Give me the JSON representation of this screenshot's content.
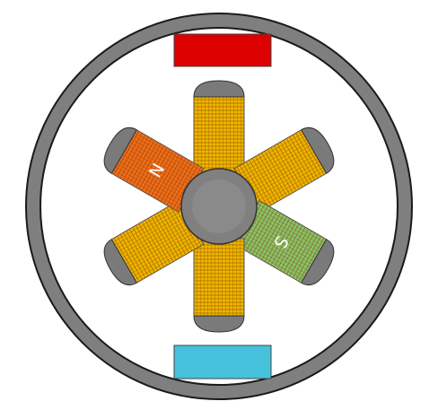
{
  "labels": {
    "north": "N",
    "south": "S"
  },
  "colors": {
    "ring": "#7f7f7f",
    "ring_outline": "#1a1a1a",
    "rotor": "#808080",
    "pole_shoe": "#7a7a7a",
    "coil_default": "#f0b400",
    "coil_north": "#f26c1a",
    "coil_south": "#8cc16a",
    "magnet_top": "#dd0000",
    "magnet_bottom": "#45c1dc"
  },
  "arms": [
    {
      "name": "arm-top",
      "state": "off"
    },
    {
      "name": "arm-upper-right",
      "state": "off"
    },
    {
      "name": "arm-lower-right",
      "state": "south"
    },
    {
      "name": "arm-bottom",
      "state": "off"
    },
    {
      "name": "arm-lower-left",
      "state": "off"
    },
    {
      "name": "arm-upper-left",
      "state": "north"
    }
  ]
}
